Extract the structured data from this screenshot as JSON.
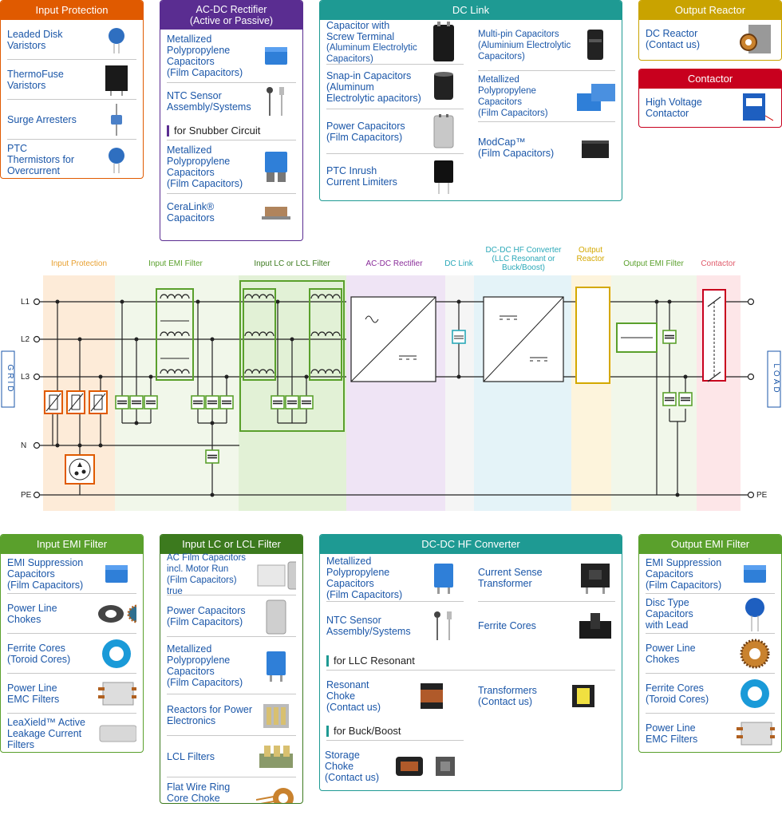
{
  "colors": {
    "input_protection": "#e05a00",
    "ac_dc_rectifier": "#5a2d91",
    "dc_link": "#1e9a93",
    "output_reactor": "#c9a300",
    "contactor": "#c8001e",
    "input_emi": "#5aa02c",
    "input_lc": "#3c7a1e",
    "dc_dc": "#1e9a93",
    "output_emi": "#5aa02c",
    "link_text": "#1a56a8"
  },
  "top": {
    "input_protection": {
      "title": "Input Protection",
      "items": [
        {
          "label": "Leaded Disk\nVaristors",
          "icon": "disk-varistor-icon"
        },
        {
          "label": "ThermoFuse\nVaristors",
          "icon": "thermofuse-icon"
        },
        {
          "label": "Surge Arresters",
          "icon": "surge-arrester-icon"
        },
        {
          "label": "PTC\nThermistors for\nOvercurrent",
          "icon": "ptc-thermistor-icon"
        }
      ]
    },
    "ac_dc_rectifier": {
      "title": "AC-DC Rectifier\n(Active or Passive)",
      "items": [
        {
          "label": "Metallized\nPolypropylene\nCapacitors\n(Film Capacitors)",
          "icon": "film-capacitor-icon"
        },
        {
          "label": "NTC Sensor\nAssembly/Systems",
          "icon": "ntc-sensor-icon"
        }
      ],
      "sub_title": "for Snubber Circuit",
      "sub_items": [
        {
          "label": "Metallized\nPolypropylene\nCapacitors\n(Film Capacitors)",
          "icon": "snubber-capacitor-icon"
        },
        {
          "label": "CeraLink®\nCapacitors",
          "icon": "ceralink-icon"
        }
      ]
    },
    "dc_link": {
      "title": "DC Link",
      "left": [
        {
          "label": "Capacitor with\nScrew Terminal",
          "small": "(Aluminum Electrolytic\nCapacitors)",
          "icon": "screw-capacitor-icon"
        },
        {
          "label": "Snap-in Capacitors\n(Aluminum\nElectrolytic apacitors)",
          "small": "",
          "icon": "snapin-capacitor-icon"
        },
        {
          "label": "Power Capacitors\n(Film Capacitors)",
          "small": "",
          "icon": "power-capacitor-icon"
        },
        {
          "label": "PTC Inrush\nCurrent Limiters",
          "small": "",
          "icon": "ptc-inrush-icon"
        }
      ],
      "right": [
        {
          "label": "",
          "small": "Multi-pin Capacitors\n(Aluminium Electrolytic\nCapacitors)",
          "icon": "multipin-capacitor-icon"
        },
        {
          "label": "",
          "small": "Metallized\nPolypropylene\nCapacitors\n(Film Capacitors)",
          "icon": "mkp-capacitor-icon"
        },
        {
          "label": "ModCap™\n(Film Capacitors)",
          "small": "",
          "icon": "modcap-icon"
        }
      ]
    },
    "output_reactor": {
      "title": "Output Reactor",
      "items": [
        {
          "label": "DC Reactor\n(Contact us)",
          "icon": "dc-reactor-icon"
        }
      ]
    },
    "contactor": {
      "title": "Contactor",
      "items": [
        {
          "label": "High Voltage\nContactor",
          "icon": "hv-contactor-icon"
        }
      ]
    }
  },
  "diagram": {
    "zones": [
      {
        "label": "Input Protection",
        "color": "#e8a030"
      },
      {
        "label": "Input EMI Filter",
        "color": "#5aa02c"
      },
      {
        "label": "Input LC or LCL Filter",
        "color": "#3c7a1e"
      },
      {
        "label": "AC-DC Rectifier",
        "color": "#8a2d9a"
      },
      {
        "label": "DC Link",
        "color": "#2aa8b8"
      },
      {
        "label": "DC-DC HF Converter\n(LLC Resonant or\nBuck/Boost)",
        "color": "#2aa8b8"
      },
      {
        "label": "Output\nReactor",
        "color": "#d4a800"
      },
      {
        "label": "Output EMI Filter",
        "color": "#5aa02c"
      },
      {
        "label": "Contactor",
        "color": "#e05a6a"
      }
    ],
    "lines": [
      "L1",
      "L2",
      "L3",
      "N",
      "PE"
    ],
    "pe_right": "PE",
    "grid_label": "GRID",
    "load_label": "LOAD"
  },
  "bottom": {
    "input_emi": {
      "title": "Input EMI Filter",
      "items": [
        {
          "label": "EMI Suppression\nCapacitors\n(Film Capacitors)",
          "icon": "emi-capacitor-icon"
        },
        {
          "label": "Power Line\nChokes",
          "icon": "power-line-choke-icon"
        },
        {
          "label": "Ferrite Cores\n(Toroid Cores)",
          "icon": "toroid-core-icon"
        },
        {
          "label": "Power Line\nEMC Filters",
          "icon": "emc-filter-icon"
        },
        {
          "label": "LeaXield™ Active\nLeakage Current\nFilters",
          "icon": "leaxield-icon"
        }
      ]
    },
    "input_lc": {
      "title": "Input LC or LCL Filter",
      "items": [
        {
          "label": "AC Film Capacitors\nincl. Motor Run\n(Film Capacitors)",
          "small": true,
          "icon": "ac-film-capacitor-icon"
        },
        {
          "label": "Power Capacitors\n(Film Capacitors)",
          "small": false,
          "icon": "power-film-capacitor-icon"
        },
        {
          "label": "Metallized\nPolypropylene\nCapacitors\n(Film Capacitors)",
          "small": false,
          "icon": "mkp-film-capacitor-icon"
        },
        {
          "label": "Reactors for Power\nElectronics",
          "small": false,
          "icon": "reactor-icon"
        },
        {
          "label": "LCL Filters",
          "small": false,
          "icon": "lcl-filter-icon"
        },
        {
          "label": "Flat Wire Ring\nCore Choke\n(Contact us)",
          "small": false,
          "icon": "flat-wire-choke-icon"
        }
      ]
    },
    "dc_dc": {
      "title": "DC-DC HF Converter",
      "left": [
        {
          "label": "Metallized\nPolypropylene\nCapacitors\n(Film Capacitors)",
          "icon": "dcdc-film-capacitor-icon"
        },
        {
          "label": "NTC Sensor\nAssembly/Systems",
          "icon": "dcdc-ntc-icon"
        }
      ],
      "right": [
        {
          "label": "Current Sense\nTransformer",
          "icon": "current-sense-icon"
        },
        {
          "label": "Ferrite Cores",
          "icon": "ferrite-core-icon"
        }
      ],
      "llc_title": "for LLC Resonant",
      "llc_left": {
        "label": "Resonant\nChoke\n(Contact us)",
        "icon": "resonant-choke-icon"
      },
      "llc_right": {
        "label": "Transformers\n(Contact us)",
        "icon": "transformer-icon"
      },
      "buck_title": "for Buck/Boost",
      "buck_item": {
        "label": "Storage\nChoke\n(Contact us)",
        "icon": "storage-choke-icon"
      }
    },
    "output_emi": {
      "title": "Output EMI Filter",
      "items": [
        {
          "label": "EMI Suppression\nCapacitors\n(Film Capacitors)",
          "icon": "out-emi-capacitor-icon"
        },
        {
          "label": "Disc Type\nCapacitors\nwith Lead",
          "icon": "disc-capacitor-icon"
        },
        {
          "label": "Power Line\nChokes",
          "icon": "out-choke-icon"
        },
        {
          "label": "Ferrite Cores\n(Toroid Cores)",
          "icon": "out-toroid-icon"
        },
        {
          "label": "Power Line\nEMC Filters",
          "icon": "out-emc-filter-icon"
        }
      ]
    }
  }
}
